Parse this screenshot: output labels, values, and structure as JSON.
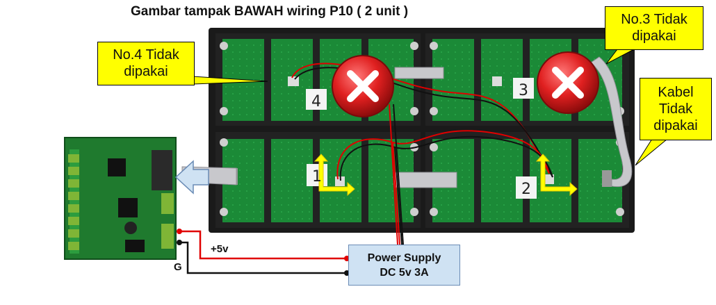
{
  "title": "Gambar tampak BAWAH wiring P10 ( 2 unit )",
  "callouts": {
    "no4": [
      "No.4 Tidak",
      "dipakai"
    ],
    "no3": [
      "No.3 Tidak",
      "dipakai"
    ],
    "kabel": [
      "Kabel",
      "Tidak",
      "dipakai"
    ]
  },
  "power_supply": [
    "Power Supply",
    "DC 5v 3A"
  ],
  "wire_labels": {
    "positive": "+5v",
    "ground": "G"
  },
  "panel_numbers": {
    "p1": "1",
    "p2": "2",
    "p3": "3",
    "p4": "4"
  },
  "colors": {
    "callout": "#ffff00",
    "psu_fill": "#cfe2f3",
    "pcb": "#1f7a2e",
    "wire_red": "#e00000",
    "wire_black": "#111111",
    "cross": "#d91e1e"
  }
}
